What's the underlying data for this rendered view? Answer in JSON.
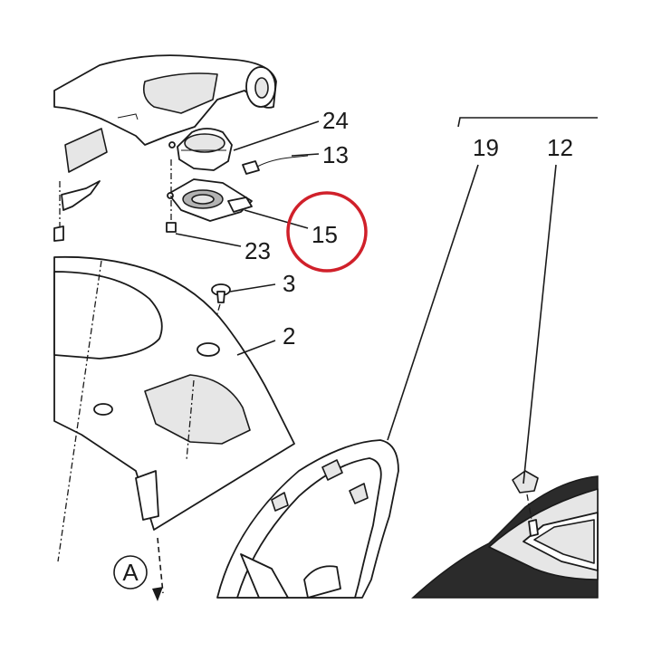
{
  "callouts": {
    "c24": "24",
    "c13": "13",
    "c15": "15",
    "c23": "23",
    "c3": "3",
    "c2": "2",
    "c19": "19",
    "c12": "12"
  },
  "view_marker": "A",
  "highlight": {
    "part": "15",
    "color": "#d0202a"
  },
  "colors": {
    "line": "#1a1a1a",
    "fill": "#ffffff",
    "shade": "#e6e6e6",
    "dark_panel": "#2b2b2b"
  }
}
